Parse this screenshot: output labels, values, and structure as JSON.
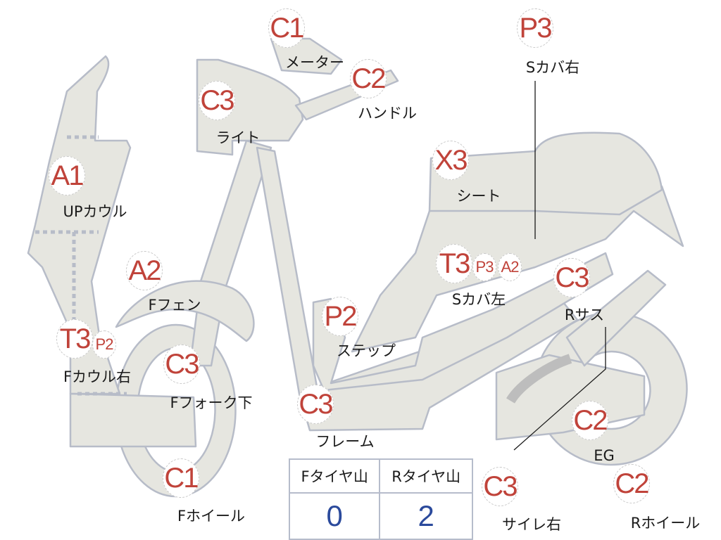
{
  "colors": {
    "part_fill": "#e6e6e0",
    "part_stroke": "#b7bcc8",
    "grade": "#c0433a",
    "tire_value": "#2b4a9c"
  },
  "parts": [
    {
      "id": "meter",
      "grades": [
        "C1"
      ],
      "label": "メーター"
    },
    {
      "id": "handle",
      "grades": [
        "C2"
      ],
      "label": "ハンドル"
    },
    {
      "id": "light",
      "grades": [
        "C3"
      ],
      "label": "ライト"
    },
    {
      "id": "side-cover-right",
      "grades": [
        "P3"
      ],
      "label": "Sカバ右"
    },
    {
      "id": "seat",
      "grades": [
        "X3"
      ],
      "label": "シート"
    },
    {
      "id": "upper-cowl",
      "grades": [
        "A1"
      ],
      "label": "UPカウル"
    },
    {
      "id": "front-fender",
      "grades": [
        "A2"
      ],
      "label": "Fフェン"
    },
    {
      "id": "front-cowl-right",
      "grades": [
        "T3",
        "P2"
      ],
      "label": "Fカウル右"
    },
    {
      "id": "front-fork-lower",
      "grades": [
        "C3"
      ],
      "label": "Fフォーク下"
    },
    {
      "id": "side-cover-left",
      "grades": [
        "T3",
        "P3",
        "A2"
      ],
      "label": "Sカバ左"
    },
    {
      "id": "step",
      "grades": [
        "P2"
      ],
      "label": "ステップ"
    },
    {
      "id": "rear-suspension",
      "grades": [
        "C3"
      ],
      "label": "Rサス"
    },
    {
      "id": "frame",
      "grades": [
        "C3"
      ],
      "label": "フレーム"
    },
    {
      "id": "engine",
      "grades": [
        "C2"
      ],
      "label": "EG"
    },
    {
      "id": "front-wheel",
      "grades": [
        "C1"
      ],
      "label": "Fホイール"
    },
    {
      "id": "silencer-right",
      "grades": [
        "C3"
      ],
      "label": "サイレ右"
    },
    {
      "id": "rear-wheel",
      "grades": [
        "C2"
      ],
      "label": "Rホイール"
    }
  ],
  "tires": {
    "front_header": "Fタイヤ山",
    "rear_header": "Rタイヤ山",
    "front_value": "0",
    "rear_value": "2"
  }
}
